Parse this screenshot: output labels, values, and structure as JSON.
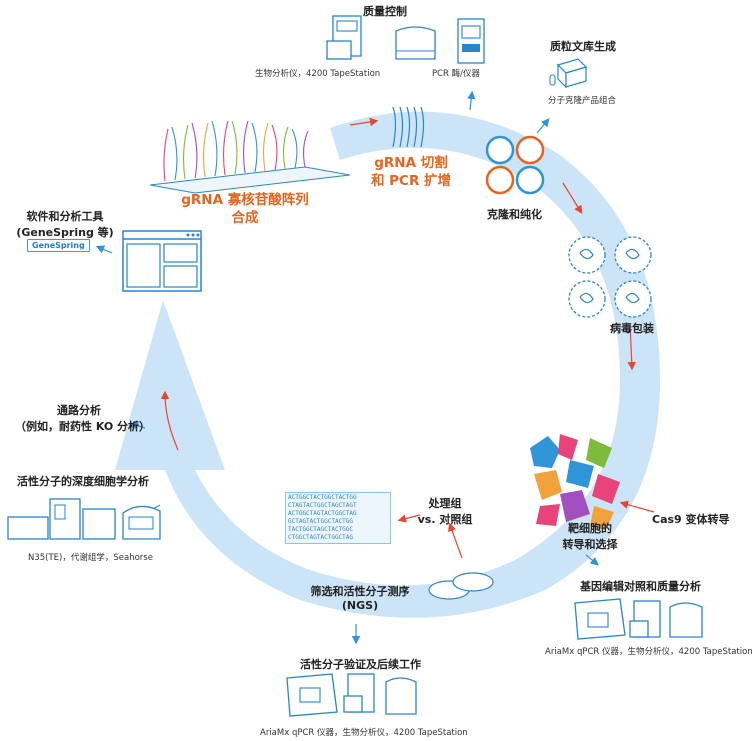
{
  "labels": {
    "quality_control": "质量控制",
    "bioanalyzer_tapestation_top": "生物分析仪，4200 TapeStation",
    "pcr_instrument": "PCR 酶/仪器",
    "plasmid_library": "质粒文库生成",
    "cloning_products": "分子克隆产品组合",
    "grna_cleave_line1": "gRNA 切割",
    "grna_cleave_line2": "和 PCR 扩增",
    "cloning_purification": "克隆和纯化",
    "virus_packaging": "病毒包装",
    "cas9_transduction": "Cas9 变体转导",
    "target_cell_line1": "靶细胞的",
    "target_cell_line2": "转导和选择",
    "gene_edit_qc": "基因编辑对照和质量分析",
    "ariamx_top": "AriaMx qPCR 仪器，生物分析仪，4200 TapeStation",
    "screening_line1": "筛选和活性分子测序",
    "screening_line2": "(NGS)",
    "hit_validation": "活性分子验证及后续工作",
    "ariamx_bottom": "AriaMx qPCR 仪器，生物分析仪，4200 TapeStation",
    "treatment_line1": "处理组",
    "treatment_line2": "vs. 对照组",
    "deep_cell": "活性分子的深度细胞学分析",
    "n35_line": "N35(TE)，代谢组学，Seahorse",
    "pathway_line1": "通路分析",
    "pathway_line2": "（例如，耐药性 KO 分析）",
    "software_line1": "软件和分析工具",
    "software_line2": "(GeneSpring 等)",
    "genespring_badge": "GeneSpring",
    "oligo_line1": "gRNA 寡核苷酸阵列",
    "oligo_line2": "合成"
  },
  "sequence_text": [
    "ACTGGCTACTGGCTACTGG",
    "CTAGTACTGGCTAGCTAGT",
    "ACTGGCTAGTACTGGCTAG",
    "GCTAGTACTGGCTACTGG",
    "TACTGGCTAGCTACTGGC",
    "CTGGCTAGTACTGGCTAG"
  ],
  "colors": {
    "cycle_arrow": "#cce4f7",
    "accent_orange": "#e8641e",
    "red_arrow": "#e8452c",
    "blue_arrow": "#2f95d8",
    "icon_stroke": "#2a86cc",
    "cell_colors": [
      "#e8437a",
      "#7dbb3e",
      "#2f95d8",
      "#f2a23a",
      "#a24fbf"
    ]
  }
}
